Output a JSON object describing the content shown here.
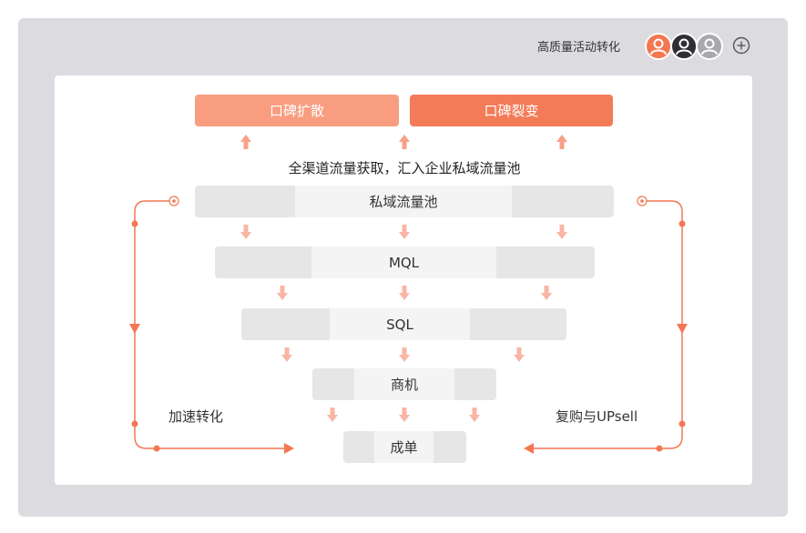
{
  "header": {
    "title": "高质量活动转化",
    "avatars": [
      {
        "name": "avatar-orange",
        "bg": "#f47752",
        "fg": "#ffffff"
      },
      {
        "name": "avatar-dark",
        "bg": "#2f2f33",
        "fg": "#ffffff"
      },
      {
        "name": "avatar-gray",
        "bg": "#a9a9ad",
        "fg": "#ffffff"
      }
    ],
    "add_icon": "plus-circle-icon"
  },
  "top_buttons": [
    {
      "label": "口碑扩散",
      "color": "#f99d80"
    },
    {
      "label": "口碑裂变",
      "color": "#f47b58"
    }
  ],
  "caption": "全渠道流量获取，汇入企业私域流量池",
  "funnel": [
    {
      "label": "私域流量池"
    },
    {
      "label": "MQL"
    },
    {
      "label": "SQL"
    },
    {
      "label": "商机"
    },
    {
      "label": "成单"
    }
  ],
  "side_labels": {
    "left": "加速转化",
    "right": "复购与UPsell"
  },
  "colors": {
    "accent": "#f47752",
    "arrow_light": "#f9b6a4",
    "arrow_up": "#f7a08a",
    "frame": "#dcdce0"
  }
}
